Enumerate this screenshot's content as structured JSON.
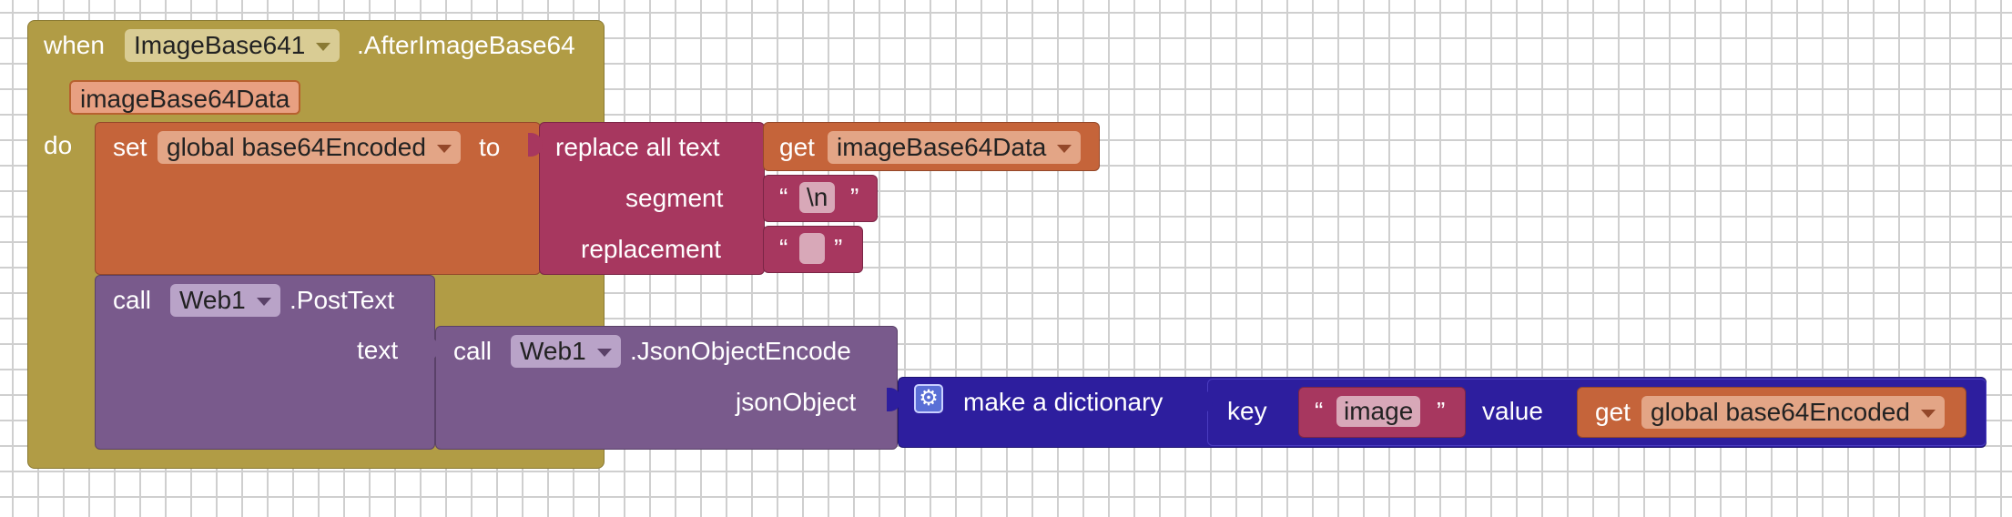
{
  "event": {
    "when_label": "when",
    "component": "ImageBase641",
    "event_name": ".AfterImageBase64",
    "param": "imageBase64Data",
    "do_label": "do"
  },
  "set_block": {
    "set_label": "set",
    "variable": "global base64Encoded",
    "to_label": "to"
  },
  "replace_block": {
    "title": "replace all text",
    "segment_label": "segment",
    "replacement_label": "replacement"
  },
  "get_data": {
    "get_label": "get",
    "variable": "imageBase64Data"
  },
  "segment_string": {
    "open_quote": "“",
    "value": "\\n",
    "close_quote": "”"
  },
  "replacement_string": {
    "open_quote": "“",
    "value": "",
    "close_quote": "”"
  },
  "post_block": {
    "call_label": "call",
    "component": "Web1",
    "method": ".PostText",
    "text_label": "text"
  },
  "json_block": {
    "call_label": "call",
    "component": "Web1",
    "method": ".JsonObjectEncode",
    "arg_label": "jsonObject"
  },
  "dict_block": {
    "title": "make a dictionary",
    "gear_icon": "gear-icon",
    "key_label": "key",
    "value_label": "value"
  },
  "key_string": {
    "open_quote": "“",
    "value": "image",
    "close_quote": "”"
  },
  "get_global": {
    "get_label": "get",
    "variable": "global base64Encoded"
  },
  "colors": {
    "event": "#b19c45",
    "set": "#c5643a",
    "text": "#a7375f",
    "component": "#795a8c",
    "dictionary": "#2d1e9e",
    "canvas_bg": "#ffffff"
  }
}
